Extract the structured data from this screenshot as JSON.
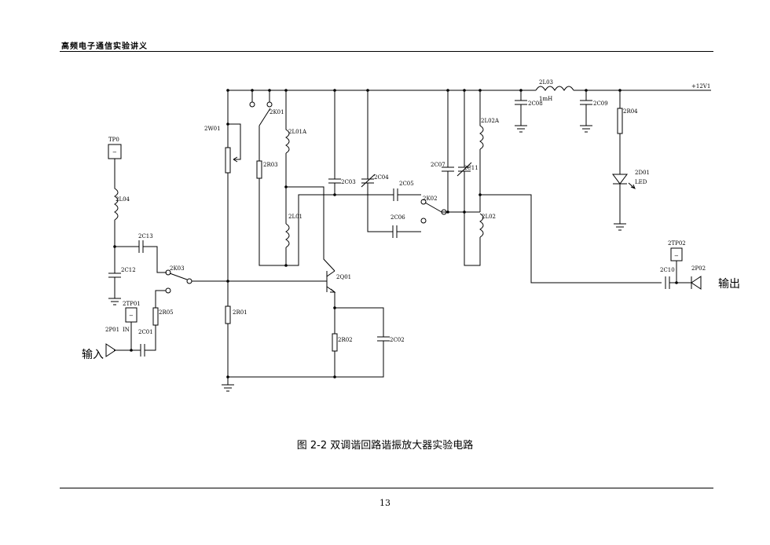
{
  "header": {
    "title": "高频电子通信实验讲义"
  },
  "figure": {
    "caption": "图 2-2 双调谐回路谐振放大器实验电路"
  },
  "page": {
    "number": "13"
  },
  "labels": {
    "tp0": "TP0",
    "l04": "2L04",
    "c13": "2C13",
    "c12": "2C12",
    "k03": "2K03",
    "tp01": "2TP01",
    "r05": "2R05",
    "p01": "2P01",
    "in": "IN",
    "c01": "2C01",
    "input": "输入",
    "w01": "2W01",
    "k01": "2K01",
    "r03": "2R03",
    "r01": "2R01",
    "l01a": "2L01A",
    "l01": "2L01",
    "c03": "2C03",
    "c04": "2C04",
    "c05": "2C05",
    "k02": "2K02",
    "c06": "2C06",
    "c07": "2C07",
    "c11": "2C11",
    "l02a": "2L02A",
    "l02": "2L02",
    "q01": "2Q01",
    "r02": "2R02",
    "c02": "2C02",
    "l03": "2L03",
    "l03val": "1mH",
    "c08": "2C08",
    "c09": "2C09",
    "r04": "2R04",
    "d01": "2D01",
    "led": "LED",
    "vcc": "+12V1",
    "tp02": "2TP02",
    "c10": "2C10",
    "p02": "2P02",
    "output": "输出",
    "minus": "−"
  }
}
